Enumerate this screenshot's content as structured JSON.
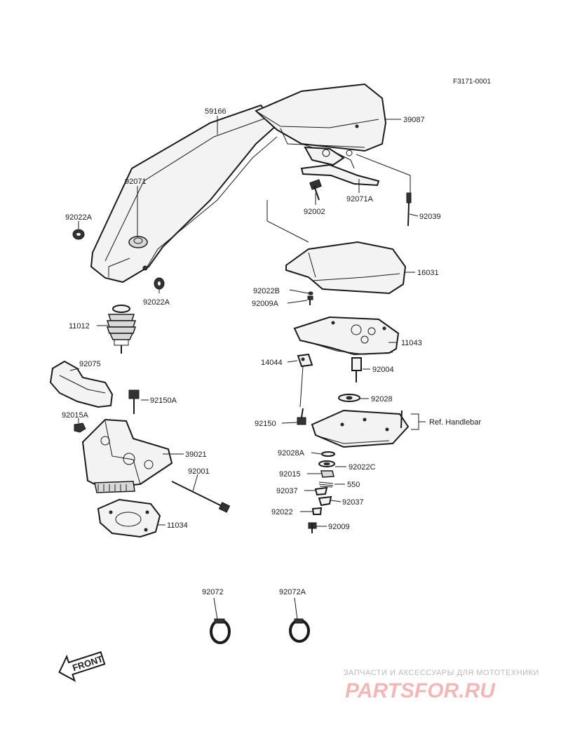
{
  "drawing_id": "F3171-0001",
  "labels": {
    "p59166": "59166",
    "p39087": "39087",
    "p92071": "92071",
    "p92002": "92002",
    "p92071A": "92071A",
    "p92039": "92039",
    "p92022A_top": "92022A",
    "p92022A_bot": "92022A",
    "p16031": "16031",
    "p92022B": "92022B",
    "p92009A": "92009A",
    "p11012": "11012",
    "p11043": "11043",
    "p14044": "14044",
    "p92004": "92004",
    "p92075": "92075",
    "p92028": "92028",
    "p92150A": "92150A",
    "p92015A": "92015A",
    "p92150": "92150",
    "ref_handlebar": "Ref. Handlebar",
    "p39021": "39021",
    "p92028A": "92028A",
    "p92001": "92001",
    "p92015": "92015",
    "p92022C": "92022C",
    "p550": "550",
    "p92037_left": "92037",
    "p92037_right": "92037",
    "p92022": "92022",
    "p92009": "92009",
    "p11034": "11034",
    "p92072": "92072",
    "p92072A": "92072A"
  },
  "front_arrow": "FRONT",
  "watermark": {
    "tagline": "ЗАПЧАСТИ И АКСЕССУАРЫ ДЛЯ МОТОТЕХНИКИ",
    "brand": "PARTSFOR.RU"
  }
}
